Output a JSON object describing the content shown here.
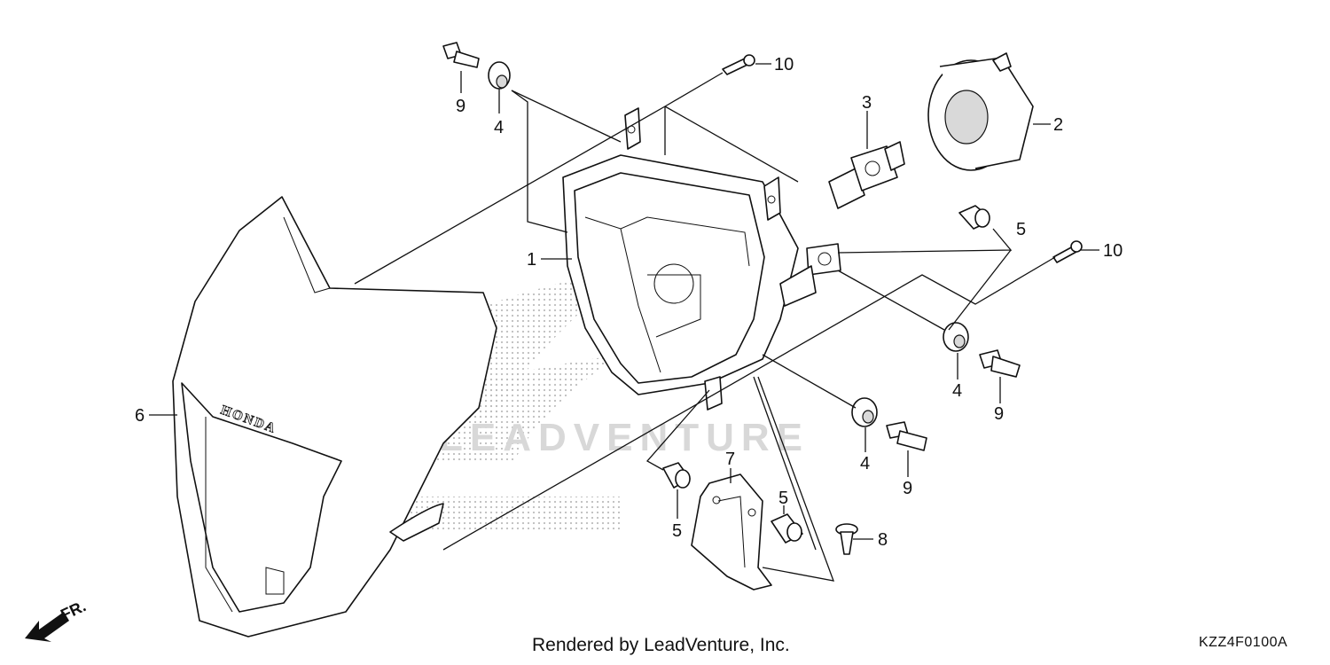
{
  "footer": {
    "credit": "Rendered by LeadVenture, Inc.",
    "diagram_code": "KZZ4F0100A"
  },
  "watermark": {
    "text": "LEADVENTURE"
  },
  "direction_marker": {
    "label": "FR."
  },
  "fairing_logo": {
    "text": "HONDA"
  },
  "callouts": {
    "c1": "1",
    "c2": "2",
    "c3": "3",
    "c4a": "4",
    "c4b": "4",
    "c4c": "4",
    "c5a": "5",
    "c5b": "5",
    "c5c": "5",
    "c6": "6",
    "c7": "7",
    "c8": "8",
    "c9a": "9",
    "c9b": "9",
    "c9c": "9",
    "c10a": "10",
    "c10b": "10"
  }
}
